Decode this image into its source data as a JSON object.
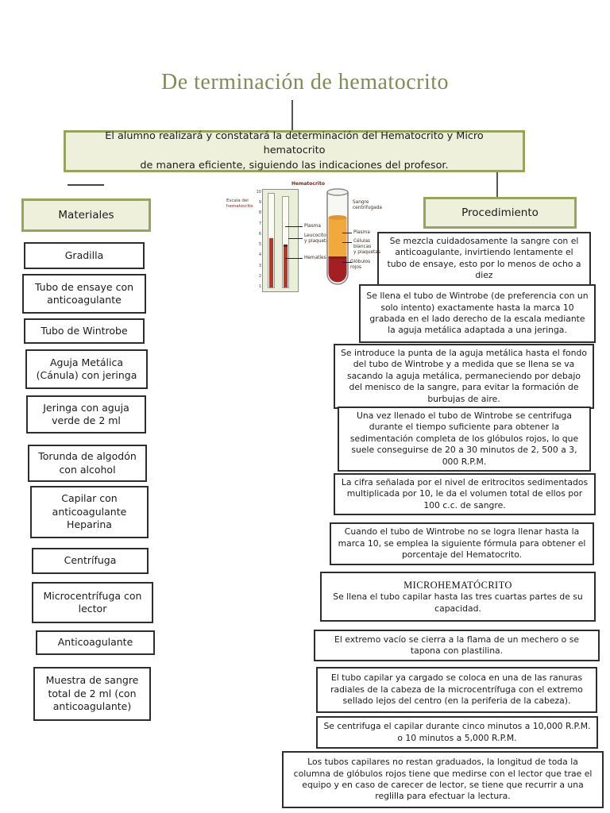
{
  "page": {
    "title": "De terminación de hematocrito"
  },
  "objective": {
    "text": "El alumno realizará y constatará la determinación del Hematocrito y Micro hematocrito\nde manera eficiente, siguiendo las indicaciones del profesor."
  },
  "materials": {
    "header": "Materiales",
    "items": [
      "Gradilla",
      "Tubo de ensaye con anticoagulante",
      "Tubo de Wintrobe",
      "Aguja Metálica (Cánula) con jeringa",
      "Jeringa con aguja verde de 2 ml",
      "Torunda de algodón con alcohol",
      "Capilar con anticoagulante Heparina",
      "Centrífuga",
      "Microcentrífuga con lector",
      "Anticoagulante",
      "Muestra de sangre total de 2 ml (con anticoagulante)"
    ]
  },
  "procedure": {
    "header": "Procedimiento",
    "steps": [
      "Se mezcla cuidadosamente la sangre con el anticoagulante, invirtiendo lentamente el tubo de ensaye, esto por lo menos de ocho a diez",
      "Se llena el tubo de Wintrobe (de preferencia con un solo intento) exactamente hasta la marca 10 grabada en el lado derecho de la escala mediante la aguja metálica adaptada a una jeringa.",
      "Se introduce la punta de la aguja metálica hasta el fondo del tubo de Wintrobe y a medida que se llena se va sacando la aguja metálica, permaneciendo por debajo del menisco de la sangre, para evitar la formación de burbujas de aire.",
      "Una vez llenado el tubo de Wintrobe se centrifuga durante el tiempo suficiente para obtener la sedimentación completa de los glóbulos rojos, lo que suele conseguirse de 20 a 30 minutos de 2, 500 a 3, 000 R.P.M.",
      "La cifra señalada por el nivel de eritrocitos sedimentados multiplicada por 10, le da el volumen total de ellos por 100 c.c. de sangre.",
      "Cuando el tubo de Wintrobe no se logra llenar hasta la marca 10, se emplea la siguiente fórmula para obtener el porcentaje del Hematocrito.",
      "El extremo vacío se cierra a la flama de un mechero o se tapona con plastilina.",
      "El tubo capilar ya cargado se coloca en una de las ranuras radiales de la cabeza de la microcentrífuga con el extremo sellado lejos del centro (en la periferia de la cabeza).",
      "Se centrifuga el capilar durante cinco minutos a 10,000 R.P.M. o 10 minutos a 5,000 R.P.M.",
      "Los tubos capilares no restan graduados, la longitud de toda la columna de glóbulos rojos tiene que medirse con el lector que trae el equipo y en caso de carecer de lector, se tiene que recurrir a una reglilla para efectuar la lectura."
    ],
    "micro": {
      "heading": "MICROHEMATÓCRITO",
      "text": "Se llena el tubo capilar hasta las tres cuartas partes de su capacidad."
    }
  },
  "diagram": {
    "title": "Hematocrito",
    "scale_label": "Escala del\nhematocrito",
    "scale_ticks": [
      "10",
      "9",
      "8",
      "7",
      "6",
      "5",
      "4",
      "3",
      "2",
      "1"
    ],
    "left_labels": [
      "Plasma",
      "Leucocitos\ny plaquetas",
      "Hematíes"
    ],
    "tube_labels": {
      "top": "Sangre\ncentrifugada",
      "plasma": "Plasma",
      "buffy": "Células blancas\ny plaquetas",
      "red": "Glóbulos rojos"
    },
    "colors": {
      "plasma": "#f2a93b",
      "red_cells": "#a31f24",
      "panel_fill": "#e9efd8"
    }
  },
  "colors": {
    "accent_border": "#97a45c",
    "accent_fill": "#eef0dc",
    "title_text": "#7f8d55",
    "box_border": "#2e2e2e"
  }
}
